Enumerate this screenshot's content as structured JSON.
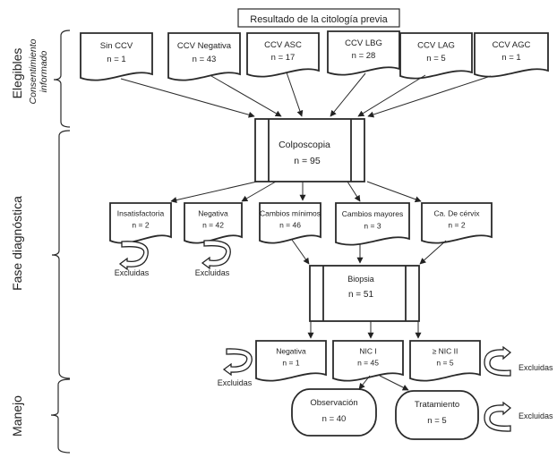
{
  "title": "Resultado de la citología previa",
  "phases": {
    "elegibles": {
      "label": "Elegibles",
      "sublabel_line1": "Consentimiento",
      "sublabel_line2": "informado"
    },
    "diagnostica": {
      "label": "Fase diagnóstica"
    },
    "manejo": {
      "label": "Manejo"
    }
  },
  "cytology": [
    {
      "label": "Sin CCV",
      "n": "n = 1"
    },
    {
      "label": "CCV Negativa",
      "n": "n = 43"
    },
    {
      "label": "CCV ASC",
      "n": "n = 17"
    },
    {
      "label": "CCV LBG",
      "n": "n = 28"
    },
    {
      "label": "CCV LAG",
      "n": "n = 5"
    },
    {
      "label": "CCV AGC",
      "n": "n = 1"
    }
  ],
  "colposcopia": {
    "label": "Colposcopia",
    "n": "n = 95"
  },
  "colpo_results": [
    {
      "label": "Insatisfactoria",
      "n": "n = 2"
    },
    {
      "label": "Negativa",
      "n": "n = 42"
    },
    {
      "label": "Cambios mínimos",
      "n": "n = 46"
    },
    {
      "label": "Cambios mayores",
      "n": "n = 3"
    },
    {
      "label": "Ca. De cérvix",
      "n": "n = 2"
    }
  ],
  "biopsia": {
    "label": "Biopsia",
    "n": "n = 51"
  },
  "biopsy_results": [
    {
      "label": "Negativa",
      "n": "n = 1"
    },
    {
      "label": "NIC I",
      "n": "n = 45"
    },
    {
      "label": "≥ NIC II",
      "n": "n = 5"
    }
  ],
  "management": [
    {
      "label": "Observación",
      "n": "n = 40"
    },
    {
      "label": "Tratamiento",
      "n": "n = 5"
    }
  ],
  "excluded_label": "Excluidas"
}
